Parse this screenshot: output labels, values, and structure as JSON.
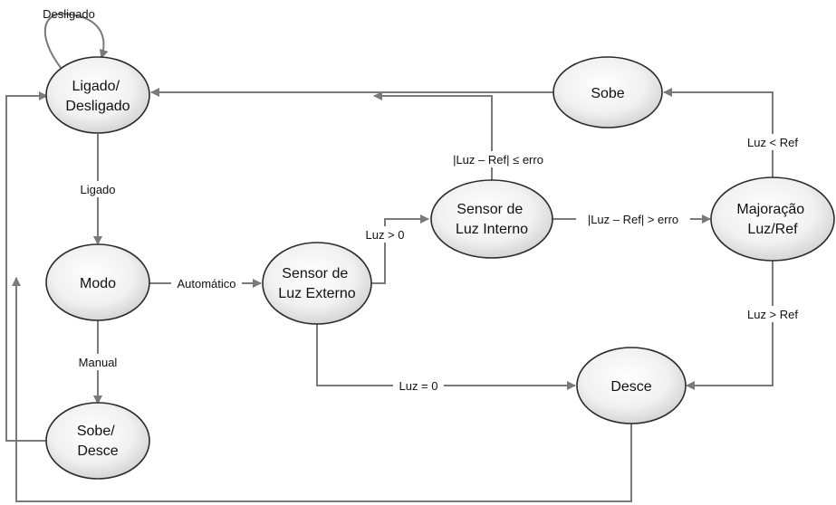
{
  "nodes": {
    "ligado": {
      "lines": [
        "Ligado/",
        "Desligado"
      ]
    },
    "modo": {
      "lines": [
        "Modo"
      ]
    },
    "sobe_desce": {
      "lines": [
        "Sobe/",
        "Desce"
      ]
    },
    "sensor_externo": {
      "lines": [
        "Sensor de",
        "Luz Externo"
      ]
    },
    "sensor_interno": {
      "lines": [
        "Sensor de",
        "Luz Interno"
      ]
    },
    "sobe": {
      "lines": [
        "Sobe"
      ]
    },
    "majoracao": {
      "lines": [
        "Majoração",
        "Luz/Ref"
      ]
    },
    "desce": {
      "lines": [
        "Desce"
      ]
    }
  },
  "edges": {
    "desligado_loop": "Desligado",
    "ligado": "Ligado",
    "manual": "Manual",
    "automatico": "Automático",
    "luz_maior_zero": "Luz > 0",
    "luz_igual_zero": "Luz = 0",
    "dentro_erro": "|Luz – Ref| ≤ erro",
    "fora_erro": "|Luz – Ref| > erro",
    "luz_menor_ref": "Luz < Ref",
    "luz_maior_ref": "Luz > Ref"
  },
  "colors": {
    "node_fill_center": "#ffffff",
    "node_fill_edge": "#d6d6d6",
    "node_stroke": "#2b2b2b",
    "edge": "#7a7a7a",
    "text": "#111111"
  }
}
